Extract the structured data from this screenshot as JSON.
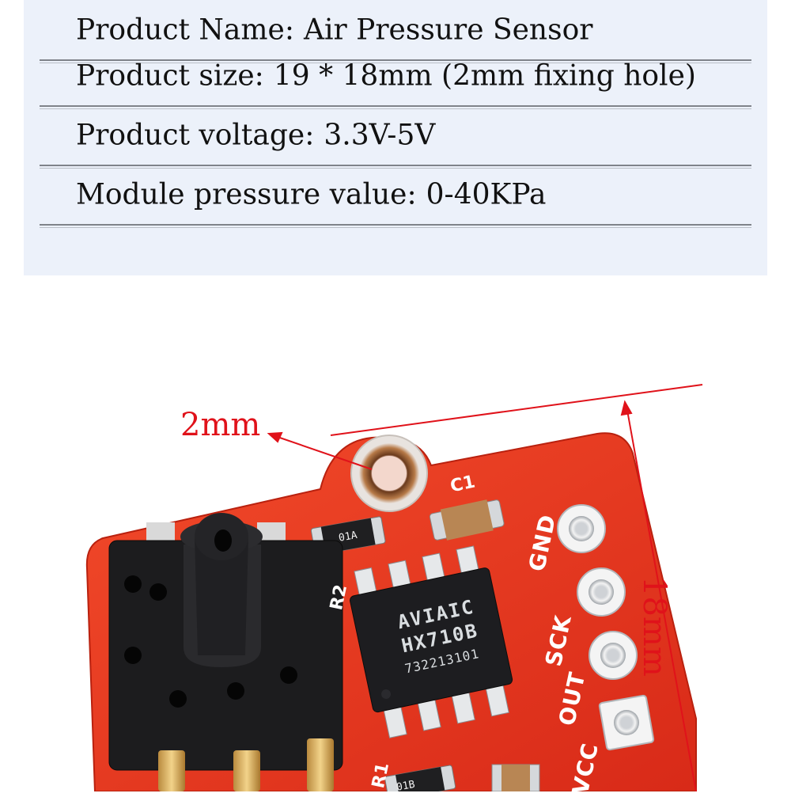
{
  "specs": [
    {
      "label": "Product Name",
      "sep": ":",
      "value": "Air Pressure Sensor"
    },
    {
      "label": "Product size",
      "sep": ":",
      "value": "19 * 18mm (2mm fixing hole)"
    },
    {
      "label": "Product voltage",
      "sep": ":",
      "value": "3.3V-5V"
    },
    {
      "label": "Module pressure value",
      "sep": ":",
      "value": "0-40KPa"
    }
  ],
  "photo": {
    "hole_dimension": "2mm",
    "height_dimension": "18mm",
    "chip": {
      "brand": "AVIAIC",
      "model": "HX710B",
      "lot": "732213101"
    },
    "silkscreen": {
      "c1": "C1",
      "r2": "R2",
      "r1": "R1",
      "gnd": "GND",
      "sck": "SCK",
      "out": "OUT",
      "vcc": "VCC"
    },
    "resistor_code": "01A",
    "resistor_code_2": "01B",
    "colors": {
      "pcb": "#e8321e",
      "dimension": "#e0121a",
      "sensor_body": "#1c1c1e"
    }
  }
}
